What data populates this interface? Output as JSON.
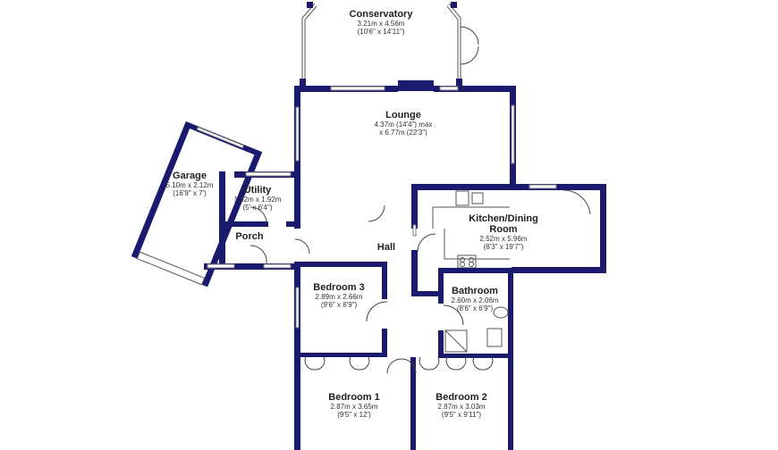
{
  "colors": {
    "wall": "#1a1a6e",
    "background": "#ffffff",
    "text": "#222222"
  },
  "rooms": [
    {
      "id": "conservatory",
      "name": "Conservatory",
      "dim1": "3.21m x 4.56m",
      "dim2": "(10'6\" x 14'11\")"
    },
    {
      "id": "lounge",
      "name": "Lounge",
      "dim1": "4.37m (14'4\") max",
      "dim2": "x 6.77m (22'3\")"
    },
    {
      "id": "garage",
      "name": "Garage",
      "dim1": "5.10m x 2.12m",
      "dim2": "(16'9\" x 7')"
    },
    {
      "id": "utility",
      "name": "Utility",
      "dim1": "1.52m x 1.92m",
      "dim2": "(5' x 6'4\")"
    },
    {
      "id": "kitchen",
      "name": "Kitchen/Dining",
      "name2": "Room",
      "dim1": "2.52m x 5.96m",
      "dim2": "(8'3\" x 19'7\")"
    },
    {
      "id": "porch",
      "name": "Porch"
    },
    {
      "id": "hall",
      "name": "Hall"
    },
    {
      "id": "bedroom3",
      "name": "Bedroom 3",
      "dim1": "2.89m x 2.66m",
      "dim2": "(9'6\" x 8'9\")"
    },
    {
      "id": "bathroom",
      "name": "Bathroom",
      "dim1": "2.60m x 2.06m",
      "dim2": "(8'6\" x 6'9\")"
    },
    {
      "id": "bedroom1",
      "name": "Bedroom 1",
      "dim1": "2.87m x 3.65m",
      "dim2": "(9'5\" x 12')"
    },
    {
      "id": "bedroom2",
      "name": "Bedroom 2",
      "dim1": "2.87m x 3.03m",
      "dim2": "(9'5\" x 9'11\")"
    }
  ]
}
